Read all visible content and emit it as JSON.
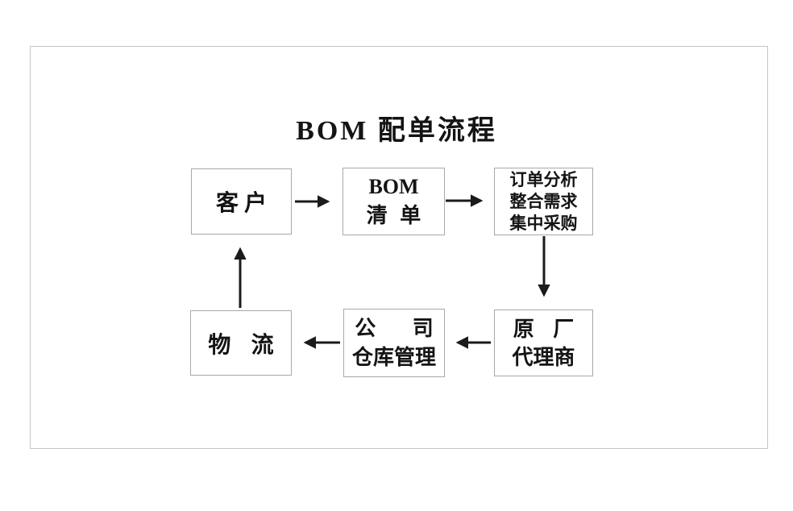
{
  "title": "BOM 配单流程",
  "nodes": {
    "customer": {
      "lines": [
        "客 户"
      ]
    },
    "bom_list": {
      "lines": [
        "BOM",
        "清 单"
      ]
    },
    "order_analysis": {
      "lines": [
        "订单分析",
        "整合需求",
        "集中采购"
      ]
    },
    "factory_agent": {
      "lines": [
        "原 厂",
        "代理商"
      ]
    },
    "warehouse": {
      "lines": [
        "公 司",
        "仓库管理"
      ]
    },
    "logistics": {
      "lines": [
        "物 流"
      ]
    }
  },
  "edges": [
    {
      "from": "customer",
      "to": "bom_list",
      "direction": "right"
    },
    {
      "from": "bom_list",
      "to": "order_analysis",
      "direction": "right"
    },
    {
      "from": "order_analysis",
      "to": "factory_agent",
      "direction": "down"
    },
    {
      "from": "factory_agent",
      "to": "warehouse",
      "direction": "left"
    },
    {
      "from": "warehouse",
      "to": "logistics",
      "direction": "left"
    },
    {
      "from": "logistics",
      "to": "customer",
      "direction": "up"
    }
  ],
  "colors": {
    "background": "#ffffff",
    "text": "#141414",
    "arrow": "#1b1b1b",
    "node_border": "#a8a8a8",
    "frame_border": "#c6c6c6"
  }
}
